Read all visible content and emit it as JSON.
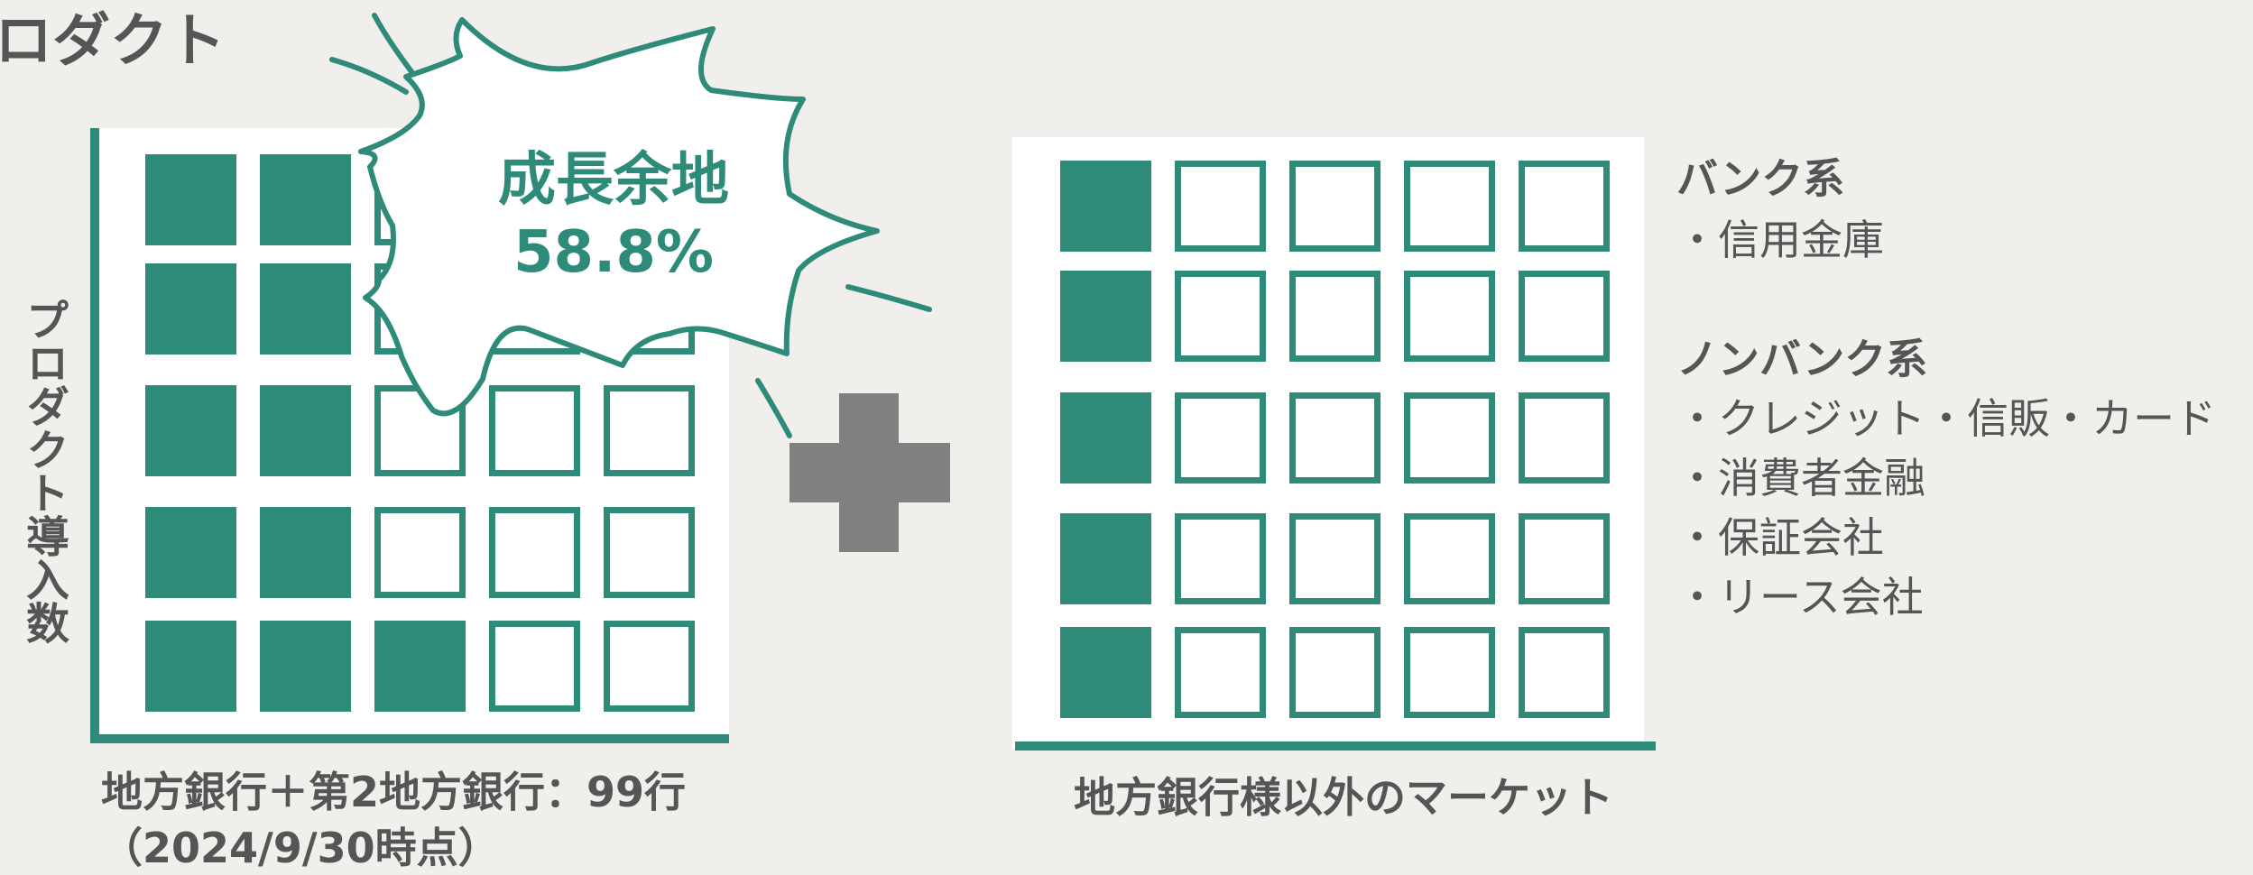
{
  "title": "ロダクト",
  "y_axis_label": "プロダクト導入数",
  "left_chart": {
    "caption_line1": "地方銀行＋第2地方銀行：99行",
    "caption_line2": "（2024/9/30時点）",
    "burst_line1": "成長余地",
    "burst_line2": "58.8%",
    "grid": [
      [
        1,
        1,
        0,
        0,
        0
      ],
      [
        1,
        1,
        0,
        0,
        0
      ],
      [
        1,
        1,
        0,
        0,
        0
      ],
      [
        1,
        1,
        0,
        0,
        0
      ],
      [
        1,
        1,
        1,
        0,
        0
      ]
    ]
  },
  "right_chart": {
    "caption": "地方銀行様以外のマーケット",
    "grid": [
      [
        1,
        0,
        0,
        0,
        0
      ],
      [
        1,
        0,
        0,
        0,
        0
      ],
      [
        1,
        0,
        0,
        0,
        0
      ],
      [
        1,
        0,
        0,
        0,
        0
      ],
      [
        1,
        0,
        0,
        0,
        0
      ]
    ]
  },
  "market_list": {
    "bank_heading": "バンク系",
    "bank_items": [
      "・信用金庫"
    ],
    "nonbank_heading": "ノンバンク系",
    "nonbank_items": [
      "・クレジット・信販・カード",
      "・消費者金融",
      "・保証会社",
      "・リース会社"
    ]
  },
  "colors": {
    "accent": "#2e8b7a",
    "text": "#555555",
    "plus": "#808080",
    "background": "#f0efec"
  },
  "icons": {
    "plus": "plus-icon",
    "burst": "starburst-shape"
  }
}
